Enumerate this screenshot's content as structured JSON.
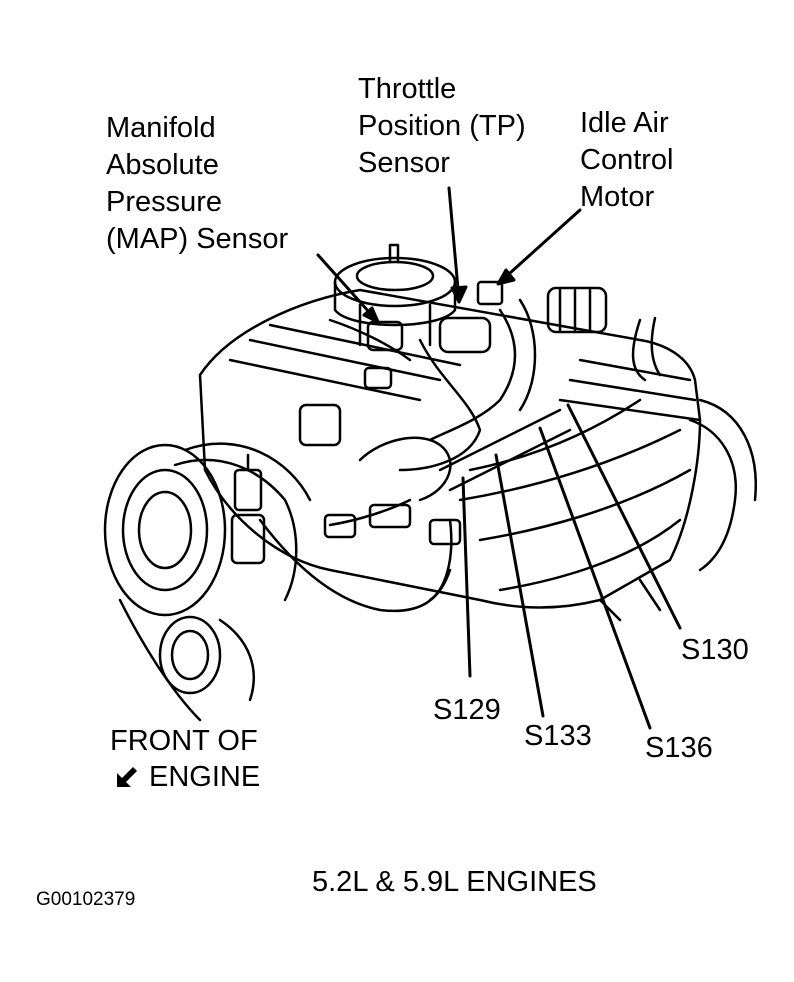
{
  "labels": {
    "map_sensor": "Manifold\nAbsolute\nPressure\n(MAP) Sensor",
    "tp_sensor": "Throttle\nPosition (TP)\nSensor",
    "iac_motor": "Idle Air\nControl\nMotor",
    "s130": "S130",
    "s129": "S129",
    "s133": "S133",
    "s136": "S136",
    "front_line1": "FRONT OF",
    "front_line2": "ENGINE"
  },
  "caption": "5.2L & 5.9L ENGINES",
  "figure_id": "G00102379",
  "icons": {
    "front_arrow": "arrow-down-left-icon"
  }
}
